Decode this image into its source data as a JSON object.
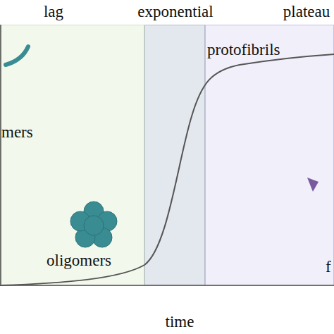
{
  "diagram": {
    "nodes": [
      {
        "text": [
          "lag"
        ]
      },
      {
        "text": [
          "exponential"
        ]
      },
      {
        "text": [
          "plateau"
        ]
      }
    ],
    "labels": [
      "mers",
      "oligomers",
      "protofibrils",
      "f",
      "time"
    ]
  }
}
